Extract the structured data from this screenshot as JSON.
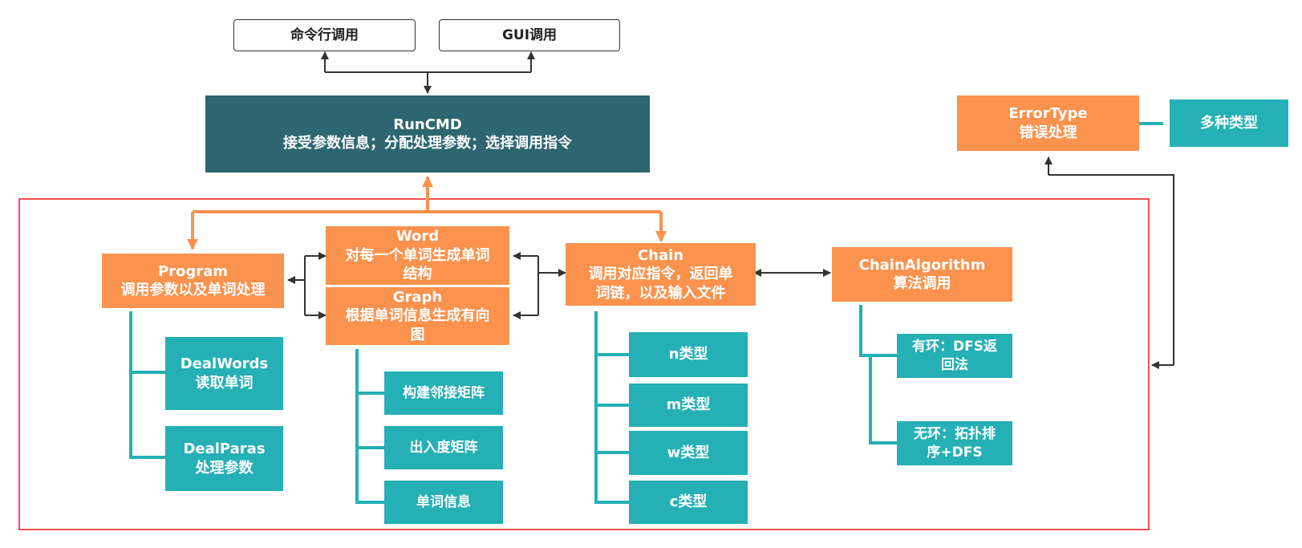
{
  "colors": {
    "primary_dark": "#2d6670",
    "module_orange": "#fb924d",
    "submodule_teal": "#24b0b5",
    "core_boundary": "#e82424",
    "arrow_dark": "#333333"
  },
  "diagram": {
    "top": {
      "cli": "命令行调用",
      "gui": "GUI调用"
    },
    "runcmd": {
      "name": "RunCMD",
      "desc": "接受参数信息；分配处理参数；选择调用指令"
    },
    "error": {
      "name": "ErrorType",
      "desc": "错误处理",
      "child": "多种类型"
    },
    "program": {
      "name": "Program",
      "desc": "调用参数以及单词处理",
      "children": [
        {
          "title": "DealWords",
          "desc": "读取单词"
        },
        {
          "title": "DealParas",
          "desc": "处理参数"
        }
      ]
    },
    "word": {
      "name": "Word",
      "desc_line1": "对每一个单词生成单词",
      "desc_line2": "结构"
    },
    "graph": {
      "name": "Graph",
      "desc_line1": "根据单词信息生成有向",
      "desc_line2": "图",
      "children": [
        "构建邻接矩阵",
        "出入度矩阵",
        "单词信息"
      ]
    },
    "chain": {
      "name": "Chain",
      "desc_line1": "调用对应指令，返回单",
      "desc_line2": "词链，以及输入文件",
      "children": [
        "n类型",
        "m类型",
        "w类型",
        "c类型"
      ]
    },
    "algo": {
      "name": "ChainAlgorithm",
      "desc": "算法调用",
      "children": [
        {
          "line1": "有环：DFS返",
          "line2": "回法"
        },
        {
          "line1": "无环：拓扑排",
          "line2": "序+DFS"
        }
      ]
    }
  }
}
